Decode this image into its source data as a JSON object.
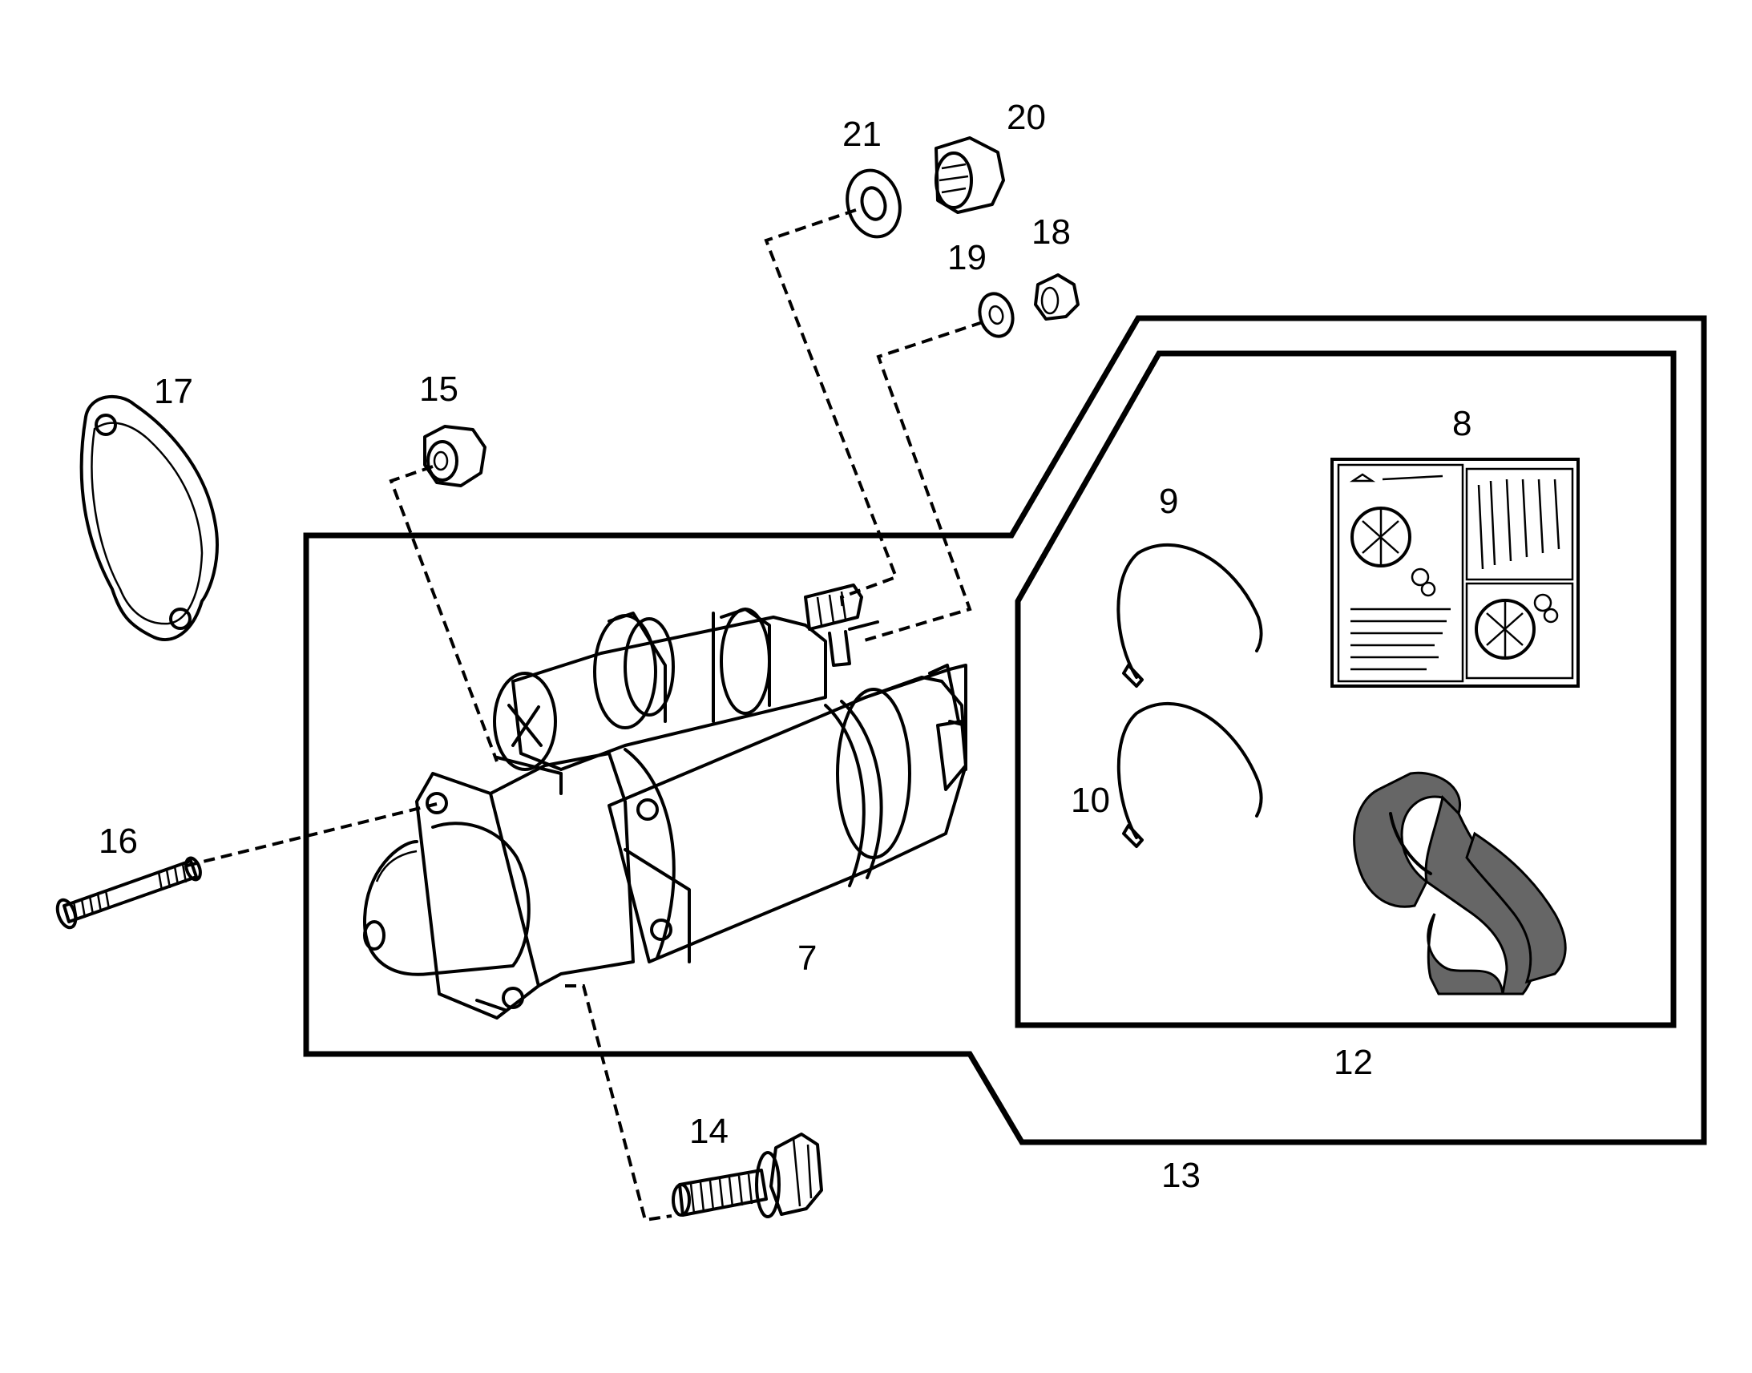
{
  "callouts": {
    "c7": "7",
    "c8": "8",
    "c9": "9",
    "c10": "10",
    "c12": "12",
    "c13": "13",
    "c14": "14",
    "c15": "15",
    "c16": "16",
    "c17": "17",
    "c18": "18",
    "c19": "19",
    "c20": "20",
    "c21": "21"
  },
  "icons": {
    "gasket": "gasket-icon",
    "stud": "stud-icon",
    "bolt": "flange-bolt-icon",
    "starter": "starter-motor-icon",
    "label": "warning-label-icon",
    "cable_tie": "cable-tie-icon",
    "insulation": "insulation-wrap-icon",
    "nut": "nut-icon",
    "washer": "washer-icon"
  }
}
